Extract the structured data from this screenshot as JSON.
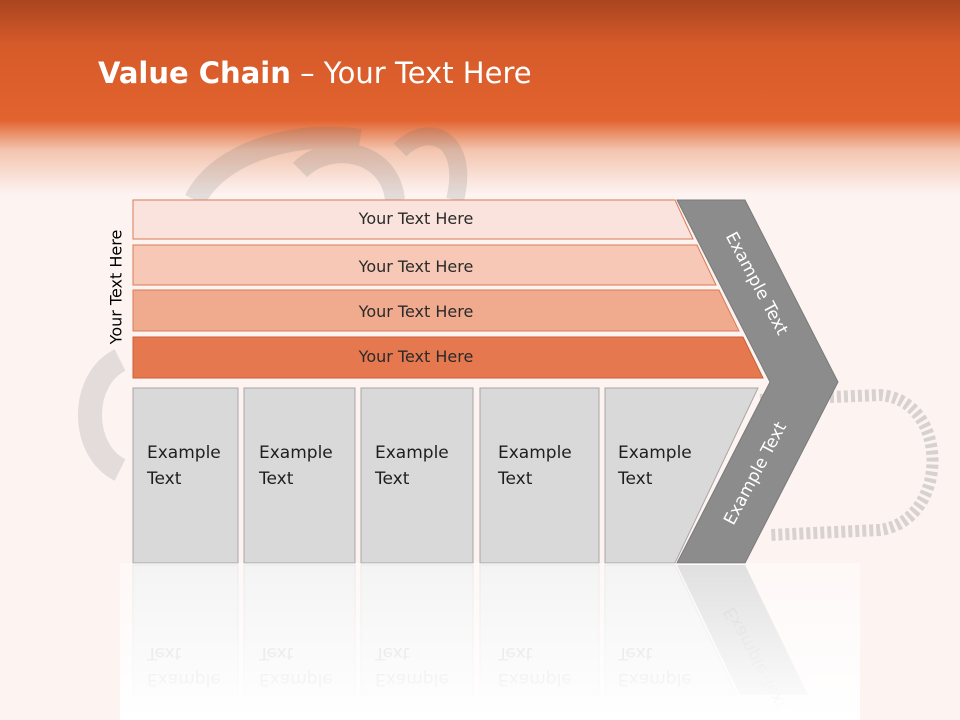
{
  "slide": {
    "title_bold": "Value Chain",
    "title_rest": " – Your Text Here",
    "vertical_label": "Your Text Here"
  },
  "bands": [
    {
      "label": "Your Text Here",
      "color": "#fbe3dd"
    },
    {
      "label": "Your Text Here",
      "color": "#f6c8b5"
    },
    {
      "label": "Your Text Here",
      "color": "#f0aa8e"
    },
    {
      "label": "Your Text Here",
      "color": "#e67850"
    }
  ],
  "columns": [
    {
      "line1": "Example",
      "line2": "Text"
    },
    {
      "line1": "Example",
      "line2": "Text"
    },
    {
      "line1": "Example",
      "line2": "Text"
    },
    {
      "line1": "Example",
      "line2": "Text"
    },
    {
      "line1": "Example",
      "line2": "Text"
    }
  ],
  "chevron": {
    "upper_label": "Example Text",
    "lower_label": "Example Text"
  },
  "colors": {
    "header_orange": "#e2632e",
    "column_fill": "#d9d9d9",
    "chevron_fill": "#8c8c8c"
  }
}
